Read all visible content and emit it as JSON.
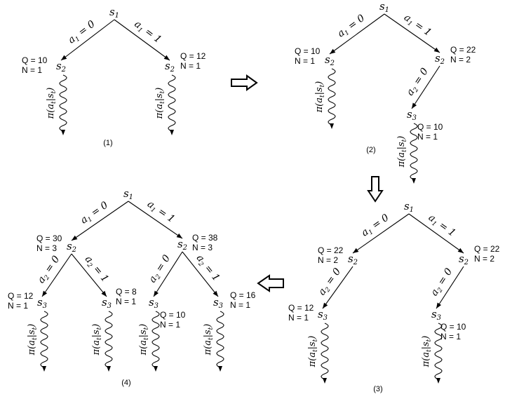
{
  "labels": {
    "policy": "π(a",
    "policy_sub": "t",
    "policy_mid": "|s",
    "policy_end": ")"
  },
  "panels": [
    {
      "caption": "(1)",
      "nodes": [
        {
          "id": "r",
          "name": "s",
          "sub": "1",
          "q": "",
          "n": ""
        },
        {
          "id": "a",
          "name": "s",
          "sub": "2",
          "q": "Q = 10",
          "n": "N = 1"
        },
        {
          "id": "b",
          "name": "s",
          "sub": "2",
          "q": "Q = 12",
          "n": "N = 1"
        }
      ],
      "edges": [
        {
          "from": "r",
          "to": "a",
          "var": "a",
          "sub": "1",
          "val": "0"
        },
        {
          "from": "r",
          "to": "b",
          "var": "a",
          "sub": "1",
          "val": "1"
        }
      ],
      "rollouts": [
        "a",
        "b"
      ]
    },
    {
      "caption": "(2)",
      "nodes": [
        {
          "id": "r",
          "name": "s",
          "sub": "1",
          "q": "",
          "n": ""
        },
        {
          "id": "a",
          "name": "s",
          "sub": "2",
          "q": "Q = 10",
          "n": "N = 1"
        },
        {
          "id": "b",
          "name": "s",
          "sub": "2",
          "q": "Q = 22",
          "n": "N = 2"
        },
        {
          "id": "c",
          "name": "s",
          "sub": "3",
          "q": "Q = 10",
          "n": "N = 1"
        }
      ],
      "edges": [
        {
          "from": "r",
          "to": "a",
          "var": "a",
          "sub": "1",
          "val": "0"
        },
        {
          "from": "r",
          "to": "b",
          "var": "a",
          "sub": "1",
          "val": "1"
        },
        {
          "from": "b",
          "to": "c",
          "var": "a",
          "sub": "2",
          "val": "0"
        }
      ],
      "rollouts": [
        "a",
        "c"
      ]
    },
    {
      "caption": "(3)",
      "nodes": [
        {
          "id": "r",
          "name": "s",
          "sub": "1",
          "q": "",
          "n": ""
        },
        {
          "id": "a",
          "name": "s",
          "sub": "2",
          "q": "Q = 22",
          "n": "N = 2"
        },
        {
          "id": "b",
          "name": "s",
          "sub": "2",
          "q": "Q = 22",
          "n": "N = 2"
        },
        {
          "id": "c",
          "name": "s",
          "sub": "3",
          "q": "Q = 12",
          "n": "N = 1"
        },
        {
          "id": "d",
          "name": "s",
          "sub": "3",
          "q": "Q = 10",
          "n": "N = 1"
        }
      ],
      "edges": [
        {
          "from": "r",
          "to": "a",
          "var": "a",
          "sub": "1",
          "val": "0"
        },
        {
          "from": "r",
          "to": "b",
          "var": "a",
          "sub": "1",
          "val": "1"
        },
        {
          "from": "a",
          "to": "c",
          "var": "a",
          "sub": "2",
          "val": "0"
        },
        {
          "from": "b",
          "to": "d",
          "var": "a",
          "sub": "2",
          "val": "0"
        }
      ],
      "rollouts": [
        "c",
        "d"
      ]
    },
    {
      "caption": "(4)",
      "nodes": [
        {
          "id": "r",
          "name": "s",
          "sub": "1",
          "q": "",
          "n": ""
        },
        {
          "id": "a",
          "name": "s",
          "sub": "2",
          "q": "Q = 30",
          "n": "N = 3"
        },
        {
          "id": "b",
          "name": "s",
          "sub": "2",
          "q": "Q = 38",
          "n": "N = 3"
        },
        {
          "id": "c",
          "name": "s",
          "sub": "3",
          "q": "Q = 12",
          "n": "N = 1"
        },
        {
          "id": "d",
          "name": "s",
          "sub": "3",
          "q": "Q = 8",
          "n": "N = 1"
        },
        {
          "id": "e",
          "name": "s",
          "sub": "3",
          "q": "Q = 10",
          "n": "N = 1"
        },
        {
          "id": "f",
          "name": "s",
          "sub": "3",
          "q": "Q = 16",
          "n": "N = 1"
        }
      ],
      "edges": [
        {
          "from": "r",
          "to": "a",
          "var": "a",
          "sub": "1",
          "val": "0"
        },
        {
          "from": "r",
          "to": "b",
          "var": "a",
          "sub": "1",
          "val": "1"
        },
        {
          "from": "a",
          "to": "c",
          "var": "a",
          "sub": "2",
          "val": "0"
        },
        {
          "from": "a",
          "to": "d",
          "var": "a",
          "sub": "2",
          "val": "1"
        },
        {
          "from": "b",
          "to": "e",
          "var": "a",
          "sub": "2",
          "val": "0"
        },
        {
          "from": "b",
          "to": "f",
          "var": "a",
          "sub": "2",
          "val": "1"
        }
      ],
      "rollouts": [
        "c",
        "d",
        "e",
        "f"
      ]
    }
  ]
}
